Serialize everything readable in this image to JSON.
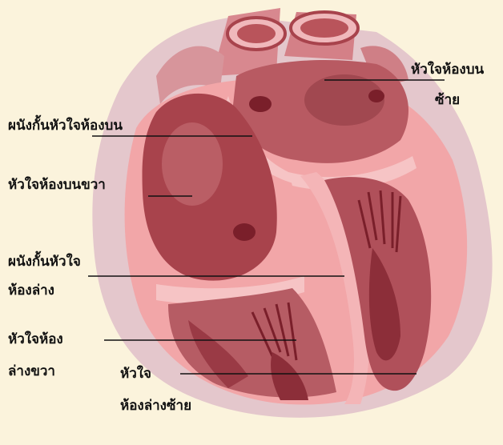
{
  "diagram": {
    "labels": {
      "left_atrium": [
        "หัวใจห้องบน",
        "ซ้าย"
      ],
      "interatrial_septum": [
        "ผนังกั้นหัวใจห้องบน"
      ],
      "right_atrium": [
        "หัวใจห้องบนขวา"
      ],
      "interventricular_septum": [
        "ผนังกั้นหัวใจ",
        "ห้องล่าง"
      ],
      "right_ventricle": [
        "หัวใจห้อง",
        "ล่างขวา"
      ],
      "left_ventricle": [
        "หัวใจ",
        "ห้องล่างซ้าย"
      ]
    },
    "colors": {
      "background": "#fbf3dc",
      "outer_wall": "#e9a3a5",
      "muscle": "#f2a6a8",
      "chamber": "#a8434c",
      "chamber_dark": "#7a1f2a",
      "septum": "#f6c4c5",
      "leader_line": "#111111"
    }
  }
}
